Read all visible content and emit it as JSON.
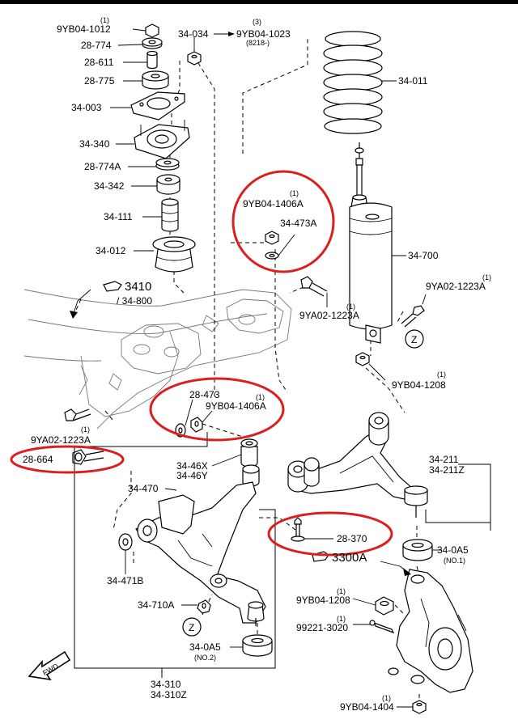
{
  "labels": {
    "qty1_a": "(1)",
    "p_9yb04_1012": "9YB04-1012",
    "p_28_774": "28-774",
    "p_28_611": "28-611",
    "p_28_775": "28-775",
    "p_34_003": "34-003",
    "p_34_340": "34-340",
    "p_28_774a": "28-774A",
    "p_34_342": "34-342",
    "p_34_111": "34-111",
    "p_34_012": "34-012",
    "p_34_034": "34-034",
    "qty3": "(3)",
    "p_9yb04_1023": "9YB04-1023",
    "note_8218": "(8218-)",
    "p_34_011": "34-011",
    "qty1_b": "(1)",
    "p_9yb04_1406a_top": "9YB04-1406A",
    "p_34_473a": "34-473A",
    "p_34_700": "34-700",
    "ref_3410": "3410",
    "ref_34_800": "/ 34-800",
    "qty1_c": "(1)",
    "p_9ya02_1223a_mid": "9YA02-1223A",
    "qty1_d": "(1)",
    "p_9ya02_1223a_right": "9YA02-1223A",
    "zone_z_right": "Z",
    "qty1_e": "(1)",
    "p_9yb04_1208_right": "9YB04-1208",
    "p_28_473": "28-473",
    "qty1_f": "(1)",
    "p_9yb04_1406a_mid": "9YB04-1406A",
    "qty1_g": "(1)",
    "p_9ya02_1223a_left": "9YA02-1223A",
    "p_28_664": "28-664",
    "p_34_46x": "34-46X",
    "p_34_46y": "34-46Y",
    "p_34_211": "34-211",
    "p_34_211z": "34-211Z",
    "p_34_470": "34-470",
    "p_28_370": "28-370",
    "p_34_0a5_1": "34-0A5",
    "note_no1": "(NO.1)",
    "ref_3300a": "3300A",
    "p_34_471b": "34-471B",
    "qty1_h": "(1)",
    "p_9yb04_1208_low": "9YB04-1208",
    "p_34_710a": "34-710A",
    "qty1_i": "(1)",
    "p_99221_3020": "99221-3020",
    "zone_z_left": "Z",
    "p_34_0a5_2": "34-0A5",
    "note_no2": "(NO.2)",
    "fwd": "FWD",
    "p_34_310": "34-310",
    "p_34_310z": "34-310Z",
    "qty1_j": "(1)",
    "p_9yb04_1404": "9YB04-1404"
  },
  "highlights": [
    "top nut and washer group",
    "mid nut and washer group",
    "28-664 bolt",
    "28-370 bolt"
  ],
  "colors": {
    "highlight": "#d9201e",
    "ink": "#000000",
    "background": "#ffffff"
  }
}
